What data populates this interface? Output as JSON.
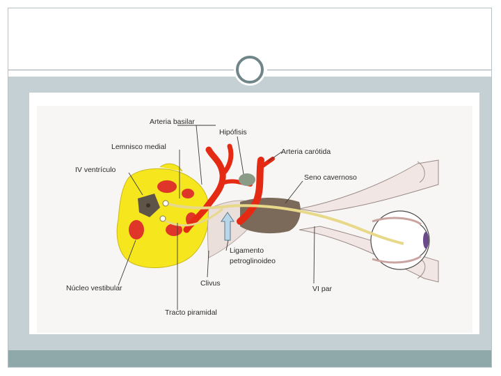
{
  "slide": {
    "title": "",
    "colors": {
      "content_band": "#c5d0d4",
      "bottom_bar": "#8fa9ab",
      "ornament": "#6f8588"
    }
  },
  "diagram": {
    "labels": {
      "arteria_basilar": "Arteria basilar",
      "hipofisis": "Hipófisis",
      "lemnisco_medial": "Lemnisco medial",
      "arteria_carotida": "Arteria carótida",
      "iv_ventriculo": "IV ventrículo",
      "seno_cavernoso": "Seno cavernoso",
      "ligamento_line1": "Ligamento",
      "ligamento_line2": "petroglinoideo",
      "nucleo_vestibular": "Núcleo vestibular",
      "clivus": "Clivus",
      "vi_par": "VI par",
      "tracto_piramidal": "Tracto piramidal"
    },
    "colors": {
      "brainstem": "#f5e61e",
      "artery": "#e52a14",
      "nerve": "#e8d98a",
      "sinus": "#7b6a5a",
      "arrow": "#b8d6e8"
    }
  }
}
